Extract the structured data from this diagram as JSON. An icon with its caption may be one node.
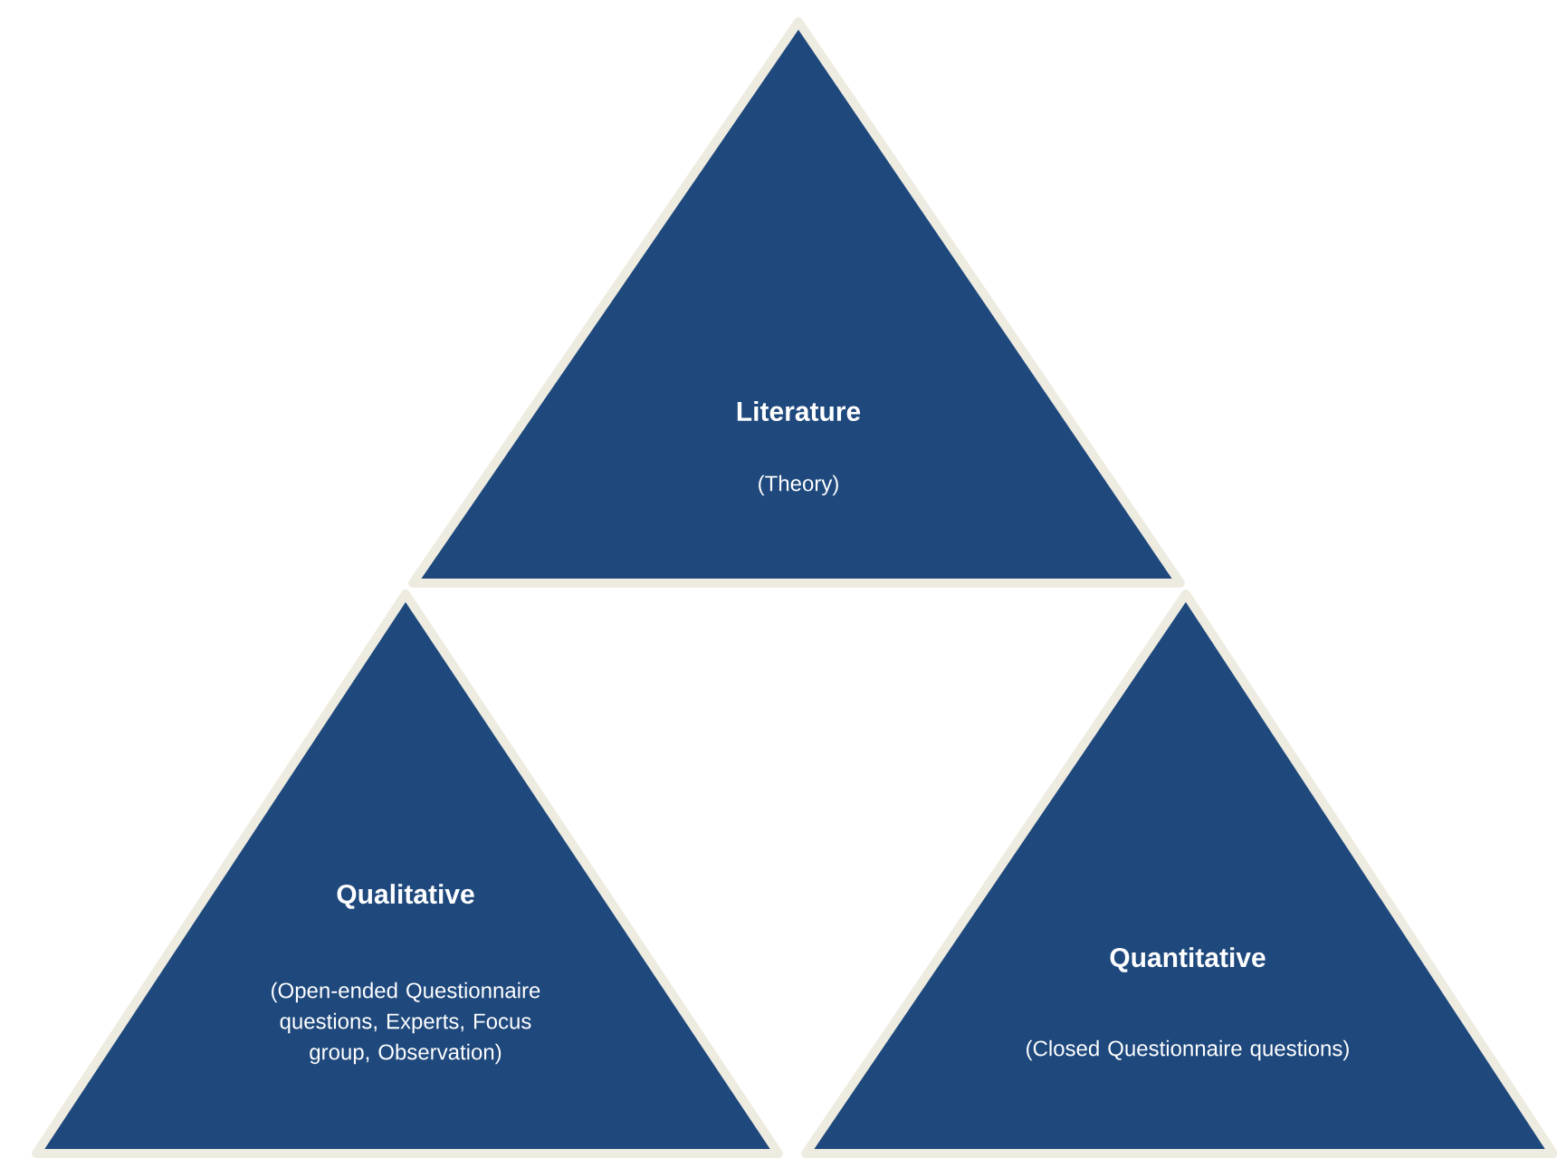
{
  "diagram": {
    "nodes": [
      {
        "text": [
          "Literature",
          "(Theory)"
        ]
      },
      {
        "text": [
          "Qualitative",
          "(Open-ended Questionnaire questions, Experts, Focus group, Observation)"
        ]
      },
      {
        "text": [
          "Quantitative",
          "(Closed Questionnaire questions)"
        ]
      }
    ]
  }
}
